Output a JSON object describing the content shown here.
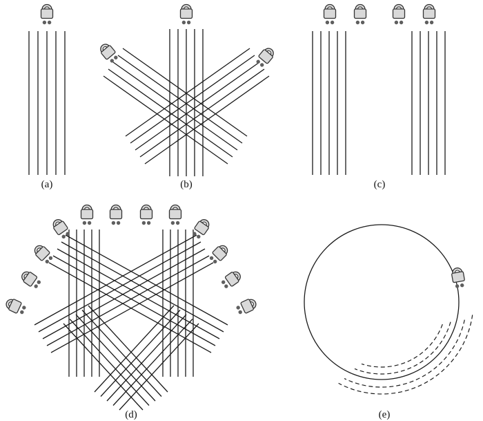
{
  "figure": {
    "subfigures": [
      {
        "id": "a",
        "label": "(a)",
        "scanner_count": 1,
        "line_sets": 1,
        "lines_per_set": 5
      },
      {
        "id": "b",
        "label": "(b)",
        "scanner_count": 3,
        "line_sets": 3,
        "lines_per_set": 5
      },
      {
        "id": "c",
        "label": "(c)",
        "scanner_count": 4,
        "line_sets": 2,
        "lines_per_set": 5
      },
      {
        "id": "d",
        "label": "(d)",
        "scanner_count": 12,
        "line_sets": 6,
        "lines_per_set": 5
      },
      {
        "id": "e",
        "label": "(e)",
        "scanner_count": 1,
        "dashed_arcs": 4
      }
    ],
    "colors": {
      "line": "#1a1a1a",
      "scanner_body": "#d9d9d9",
      "scanner_outline": "#333333",
      "dot": "#5f5f5f",
      "background": "#ffffff"
    }
  }
}
